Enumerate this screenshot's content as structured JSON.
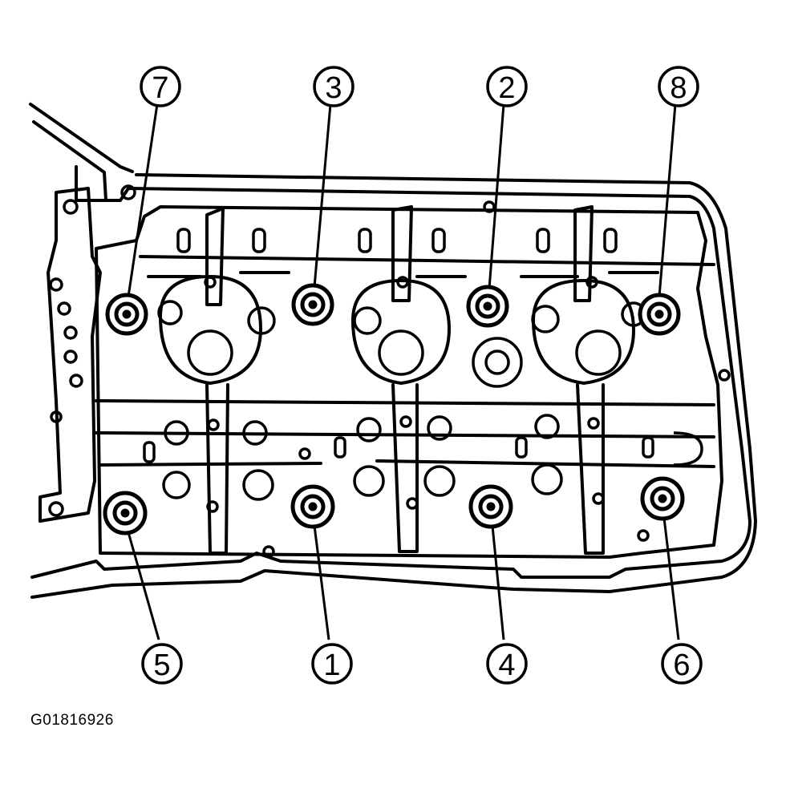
{
  "figure_id": "G01816926",
  "callouts": [
    "7",
    "3",
    "2",
    "8",
    "5",
    "1",
    "4",
    "6"
  ]
}
